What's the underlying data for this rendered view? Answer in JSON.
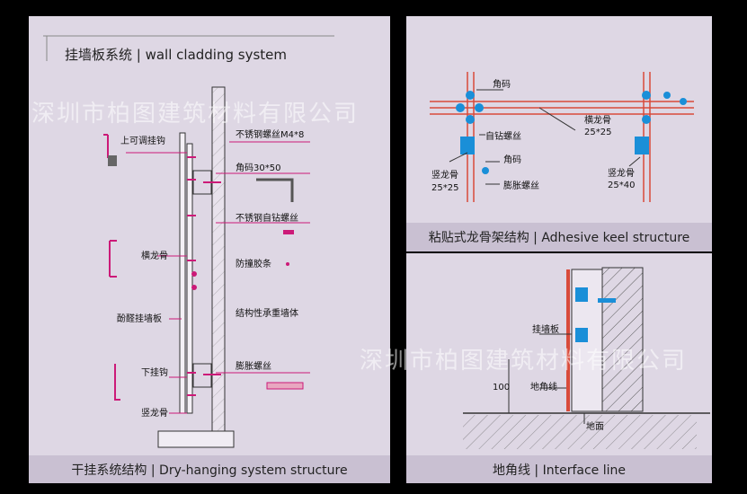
{
  "left": {
    "title": "挂墙板系统 | wall cladding system",
    "caption": "干挂系统结构 | Dry-hanging system structure",
    "labels": {
      "adjustable_hook": "上可调挂钩",
      "ss_screw_m4": "不锈钢螺丝M4*8",
      "angle_30x50": "角码30*50",
      "ss_self_drilling": "不锈钢自钻螺丝",
      "horizontal_keel": "横龙骨",
      "bumper_strip": "防撞胶条",
      "phenolic_panel": "酚醛挂墙板",
      "structural_wall": "结构性承重墙体",
      "lower_hook": "下挂钩",
      "expansion_screw": "膨胀螺丝",
      "vertical_keel": "竖龙骨"
    }
  },
  "right_top": {
    "caption": "粘贴式龙骨架结构 | Adhesive keel structure",
    "labels": {
      "angle_a": "角码",
      "self_drilling": "自钻螺丝",
      "angle_b": "角码",
      "expansion_screw": "膨胀螺丝",
      "vertical_keel": "竖龙骨",
      "vertical_keel_size": "25*25",
      "horizontal_keel": "横龙骨",
      "horizontal_keel_size": "25*25",
      "vertical_keel_2": "竖龙骨",
      "vertical_keel_2_size": "25*40"
    }
  },
  "right_bottom": {
    "caption": "地角线 | Interface line",
    "labels": {
      "wall_panel": "挂墙板",
      "dim_100": "100",
      "skirting": "地角线",
      "ground": "地面"
    }
  },
  "watermark": "深圳市柏图建筑材料有限公司",
  "colors": {
    "panel_bg": "#ded7e4",
    "caption_bg": "#c9c0d2",
    "accent_magenta": "#cc1a78",
    "accent_blue": "#1a8fd8",
    "keel_red": "#d84a3a"
  }
}
